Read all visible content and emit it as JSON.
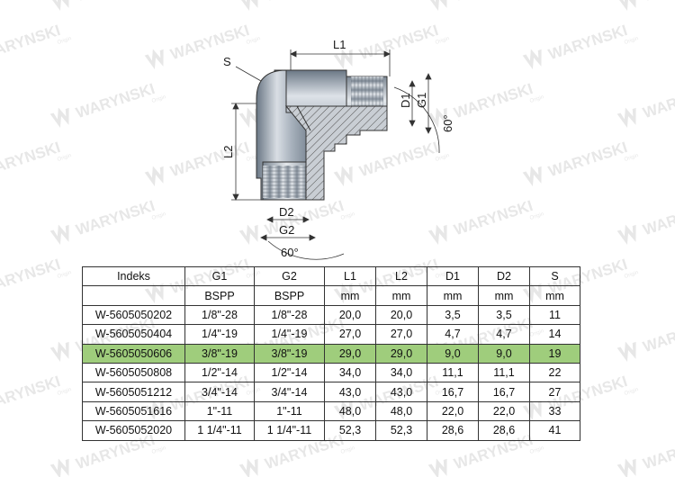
{
  "watermark": {
    "brand": "WARYNSKI",
    "sub": "Origin"
  },
  "drawing_labels": {
    "s": "S",
    "l1": "L1",
    "l2": "L2",
    "d1": "D1",
    "g1": "G1",
    "d2": "D2",
    "g2": "G2",
    "angle_right": "60°",
    "angle_bottom": "60°"
  },
  "table": {
    "headers": [
      "Indeks",
      "G1",
      "G2",
      "L1",
      "L2",
      "D1",
      "D2",
      "S"
    ],
    "units": [
      "",
      "BSPP",
      "BSPP",
      "mm",
      "mm",
      "mm",
      "mm",
      "mm"
    ],
    "highlight_row": 2,
    "highlight_color": "#9fcd7c",
    "rows": [
      [
        "W-5605050202",
        "1/8\"-28",
        "1/8\"-28",
        "20,0",
        "20,0",
        "3,5",
        "3,5",
        "11"
      ],
      [
        "W-5605050404",
        "1/4\"-19",
        "1/4\"-19",
        "27,0",
        "27,0",
        "4,7",
        "4,7",
        "14"
      ],
      [
        "W-5605050606",
        "3/8\"-19",
        "3/8\"-19",
        "29,0",
        "29,0",
        "9,0",
        "9,0",
        "19"
      ],
      [
        "W-5605050808",
        "1/2\"-14",
        "1/2\"-14",
        "34,0",
        "34,0",
        "11,1",
        "11,1",
        "22"
      ],
      [
        "W-5605051212",
        "3/4\"-14",
        "3/4\"-14",
        "43,0",
        "43,0",
        "16,7",
        "16,7",
        "27"
      ],
      [
        "W-5605051616",
        "1\"-11",
        "1\"-11",
        "48,0",
        "48,0",
        "22,0",
        "22,0",
        "33"
      ],
      [
        "W-5605052020",
        "1 1/4\"-11",
        "1 1/4\"-11",
        "52,3",
        "52,3",
        "28,6",
        "28,6",
        "41"
      ]
    ]
  }
}
